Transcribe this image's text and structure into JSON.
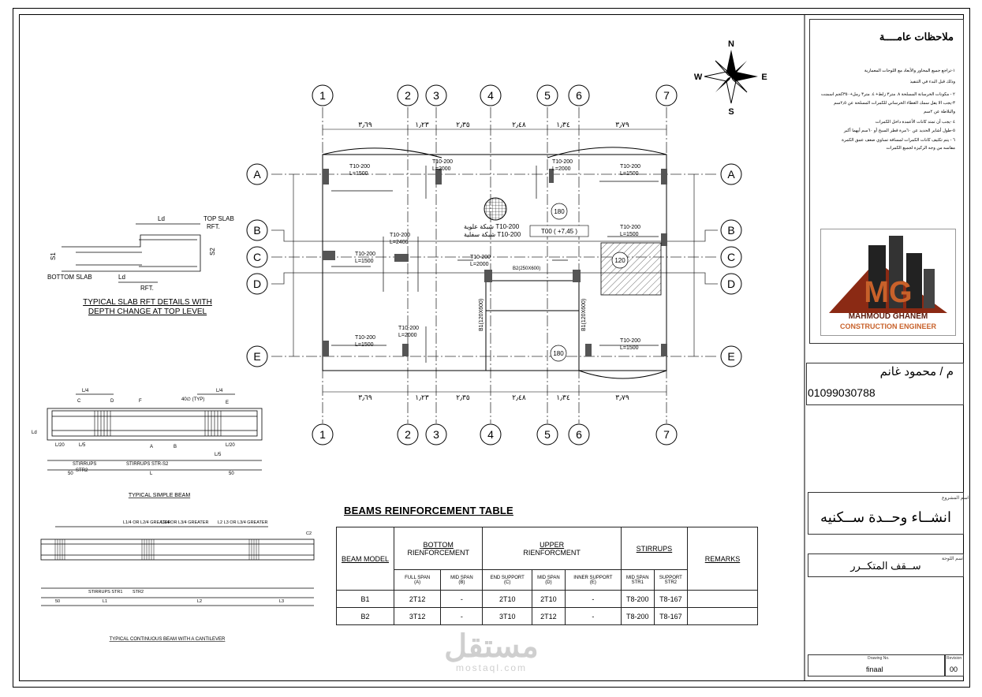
{
  "plan": {
    "axes_top": [
      "1",
      "2",
      "3",
      "4",
      "5",
      "6",
      "7"
    ],
    "axes_side": [
      "A",
      "B",
      "C",
      "D",
      "E"
    ],
    "dims": [
      "٣٫٦٩",
      "١٫٢٣",
      "٢٫٣٥",
      "٢٫٤٨",
      "١٫٣٤",
      "٣٫٧٩"
    ],
    "mesh_top": "شبكة علوية T10-200",
    "mesh_bottom": "شبكة سفلية T10-200",
    "level": "T00 ( +7,45 )",
    "slab_180a": "180",
    "slab_120": "120",
    "slab_180b": "180",
    "b2_label": "B2(250X600)",
    "b1_label_a": "B1(120X600)",
    "b1_label_b": "B1(120X600)",
    "labels": [
      {
        "t1": "T10-200",
        "t2": "L=1500"
      },
      {
        "t1": "T10-200",
        "t2": "L=2000"
      },
      {
        "t1": "T10-200",
        "t2": "L=2000"
      },
      {
        "t1": "T10-200",
        "t2": "L=1500"
      },
      {
        "t1": "T10-200",
        "t2": "L=1500"
      },
      {
        "t1": "T10-200",
        "t2": "L=2400"
      },
      {
        "t1": "T10-200",
        "t2": "L=2000"
      },
      {
        "t1": "T10-200",
        "t2": "L=1500"
      },
      {
        "t1": "T10-200",
        "t2": "L=1500"
      },
      {
        "t1": "T10-200",
        "t2": "L=2000"
      },
      {
        "t1": "T10-200",
        "t2": "L=1500"
      }
    ]
  },
  "compass": {
    "n": "N",
    "s": "S",
    "e": "E",
    "w": "W"
  },
  "slab_detail": {
    "ld_top": "Ld",
    "top_slab": "TOP SLAB",
    "rft": "RFT.",
    "s1": "S1",
    "s2": "S2",
    "bottom_slab": "BOTTOM SLAB",
    "ld_bottom": "Ld",
    "rft2": "RFT.",
    "title1": "TYPICAL SLAB RFT DETAILS WITH",
    "title2": "DEPTH CHANGE AT TOP LEVEL"
  },
  "simple_beam": {
    "title": "TYPICAL SIMPLE BEAM",
    "l4a": "L/4",
    "l4b": "L/4",
    "c": "C",
    "d": "D",
    "f": "F",
    "e": "E",
    "ld": "Ld",
    "l5a": "L/5",
    "l20a": "L/20",
    "l5b": "L/5",
    "l20b": "L/20",
    "a": "A",
    "b": "B",
    "stirrups1": "STIRRUPS",
    "stirrups2": "STIRRUPS  STR-S2",
    "str2": "STR2",
    "l": "L",
    "n50a": "50",
    "n50b": "50",
    "typ": "40∅ (TYP)"
  },
  "cont_beam": {
    "title": "TYPICAL CONTINUOUS BEAM WITH A CANTILEVER",
    "greater1": "L1/4 OR L2/4 GREATER",
    "greater2": "L2/4 OR L3/4 GREATER",
    "greater3": "L2 L3 OR L3/4 GREATER",
    "stirrups": "STIRRUPS  STR1",
    "str2": "STR2",
    "l1": "L1",
    "l2": "L2",
    "l3": "L3",
    "n50": "50",
    "c2": "C2"
  },
  "beams_table": {
    "title": "BEAMS REINFORCEMENT TABLE",
    "h_model": "BEAM MODEL",
    "h_bottom": "BOTTOM",
    "h_bottom2": "RIENFORCEMENT",
    "h_upper": "UPPER",
    "h_upper2": "RIENFORCMENT",
    "h_stirrups": "STIRRUPS",
    "h_remarks": "REMARKS",
    "sub": [
      "FULL SPAN",
      "MID SPAN",
      "END SUPPORT",
      "MID SPAN",
      "INNER SUPPORT",
      "MID SPAN",
      "SUPPORT"
    ],
    "codes": [
      "(A)",
      "(B)",
      "(C)",
      "(D)",
      "(E)",
      "STR1",
      "STR2"
    ],
    "rows": [
      {
        "model": "B1",
        "a": "2T12",
        "b": "-",
        "c": "2T10",
        "d": "2T10",
        "e": "-",
        "s1": "T8-200",
        "s2": "T8-167"
      },
      {
        "model": "B2",
        "a": "3T12",
        "b": "-",
        "c": "3T10",
        "d": "2T12",
        "e": "-",
        "s1": "T8-200",
        "s2": "T8-167"
      }
    ]
  },
  "title_block": {
    "notes_title": "ملاحظات عامــــة",
    "notes": [
      "١-تراجع جميع المحاور والأبعاد مع اللوحات المعمارية",
      "وذلك قبل البدء في التنفيذ",
      "٢ - مكونات الخرسانة المسلحة ٨. متر٣ زلط+ ٤. متر٣ رمل+٣٥٠كجم اسمنت",
      "٣-يجب الا يقل سمك الغطاء الخرساني للكمرات المسلحة عن ٢٫٥سم",
      "والبلاطة عن ٢سم",
      "٤ -يجب أن تمتد كانات الأعمدة داخل الكمرات",
      "٥-طول أشاير الحديد عن ٦٠مرة قطر السيخ أو ٦٠سم أيهما أكبر",
      "٦ - يتم تكثيف كانات الكمرات لمسافة تساوي ضعف عمق الكمرة",
      "مقاسه من وجه الركيزة لجميع الكمرات"
    ],
    "logo_initials": "MG",
    "logo_name": "MAHMOUD GHANEM",
    "logo_role": "CONSTRUCTION ENGINEER",
    "engineer": "م / محمود غانم",
    "phone": "01099030788",
    "project_label": "اسم المشروع",
    "project_name": "انشــاء وحــدة ســكنيه",
    "drawing_label": "اسم اللوحة",
    "drawing_name": "ســقف المتكــرر",
    "drawing_no_label": "Drawing No.",
    "revision_label": "Revision",
    "drawing_no": "finaal",
    "revision": "00"
  },
  "watermark": {
    "main": "مستقل",
    "sub": "mostaql.com"
  }
}
